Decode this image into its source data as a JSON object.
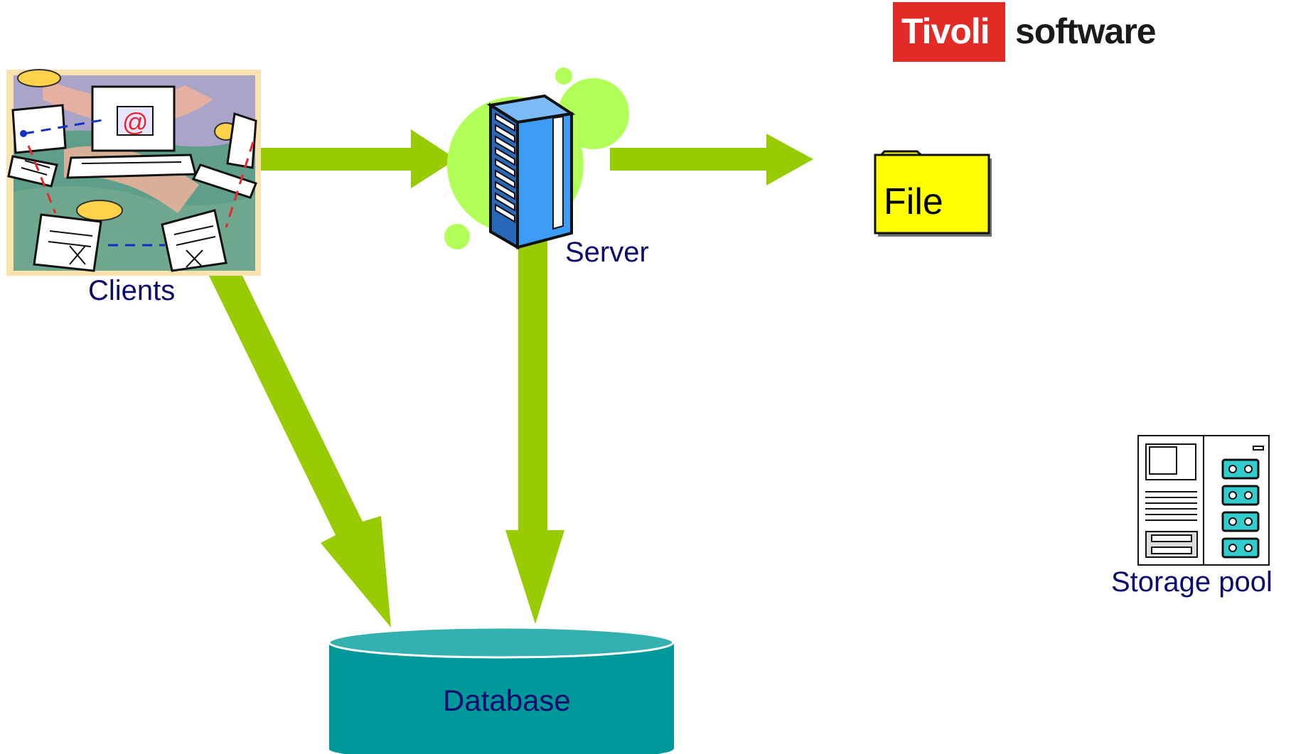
{
  "brand": {
    "name": "Tivoli",
    "suffix": "software",
    "red": "#e22b26"
  },
  "nodes": {
    "clients": {
      "label": "Clients",
      "icon": "clients-network-clipart-icon"
    },
    "server": {
      "label": "Server",
      "icon": "server-tower-icon"
    },
    "file": {
      "label": "File",
      "icon": "folder-icon",
      "color": "#ffff00"
    },
    "storage_pool": {
      "label": "Storage pool",
      "icon": "tape-library-icon"
    },
    "database": {
      "label": "Database",
      "icon": "database-cylinder-icon",
      "color": "#009999"
    }
  },
  "colors": {
    "arrow": "#99cc00",
    "label_text": "#0b0b6e",
    "server_blob": "#b2ff59",
    "server_body": "#3d9cf5"
  },
  "edges": [
    {
      "from": "clients",
      "to": "server"
    },
    {
      "from": "server",
      "to": "file"
    },
    {
      "from": "clients",
      "to": "database"
    },
    {
      "from": "server",
      "to": "database"
    }
  ]
}
